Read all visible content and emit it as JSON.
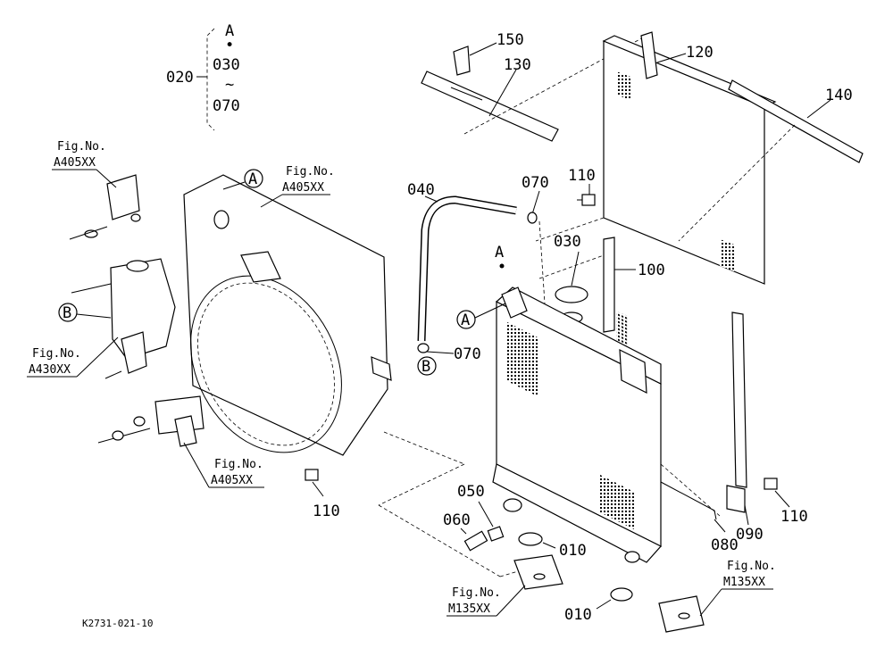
{
  "diagram": {
    "code": "K2731-021-10",
    "ref_labels": {
      "group_code": "020",
      "range_top": "A",
      "range_dot": "•",
      "range_from": "030",
      "range_tilde": "~",
      "range_to": "070"
    },
    "parts": {
      "p150": "150",
      "p130": "130",
      "p120": "120",
      "p140": "140",
      "p110_top": "110",
      "p040": "040",
      "p070_top": "070",
      "p030": "030",
      "p100": "100",
      "p070_bottom": "070",
      "p110_left": "110",
      "p050": "050",
      "p060": "060",
      "p010_mid": "010",
      "p010_bottom": "010",
      "p080": "080",
      "p090": "090",
      "p110_right": "110"
    },
    "circle_markers": {
      "a_top": "A",
      "a_mid": "A",
      "b_left": "B",
      "b_bottom": "B",
      "a_point": "A"
    },
    "fig_refs": {
      "fig_word": "Fig.No.",
      "a405_1": "A405XX",
      "a405_2": "A405XX",
      "a430": "A430XX",
      "a405_3": "A405XX",
      "m135_1": "M135XX",
      "m135_2": "M135XX"
    }
  }
}
